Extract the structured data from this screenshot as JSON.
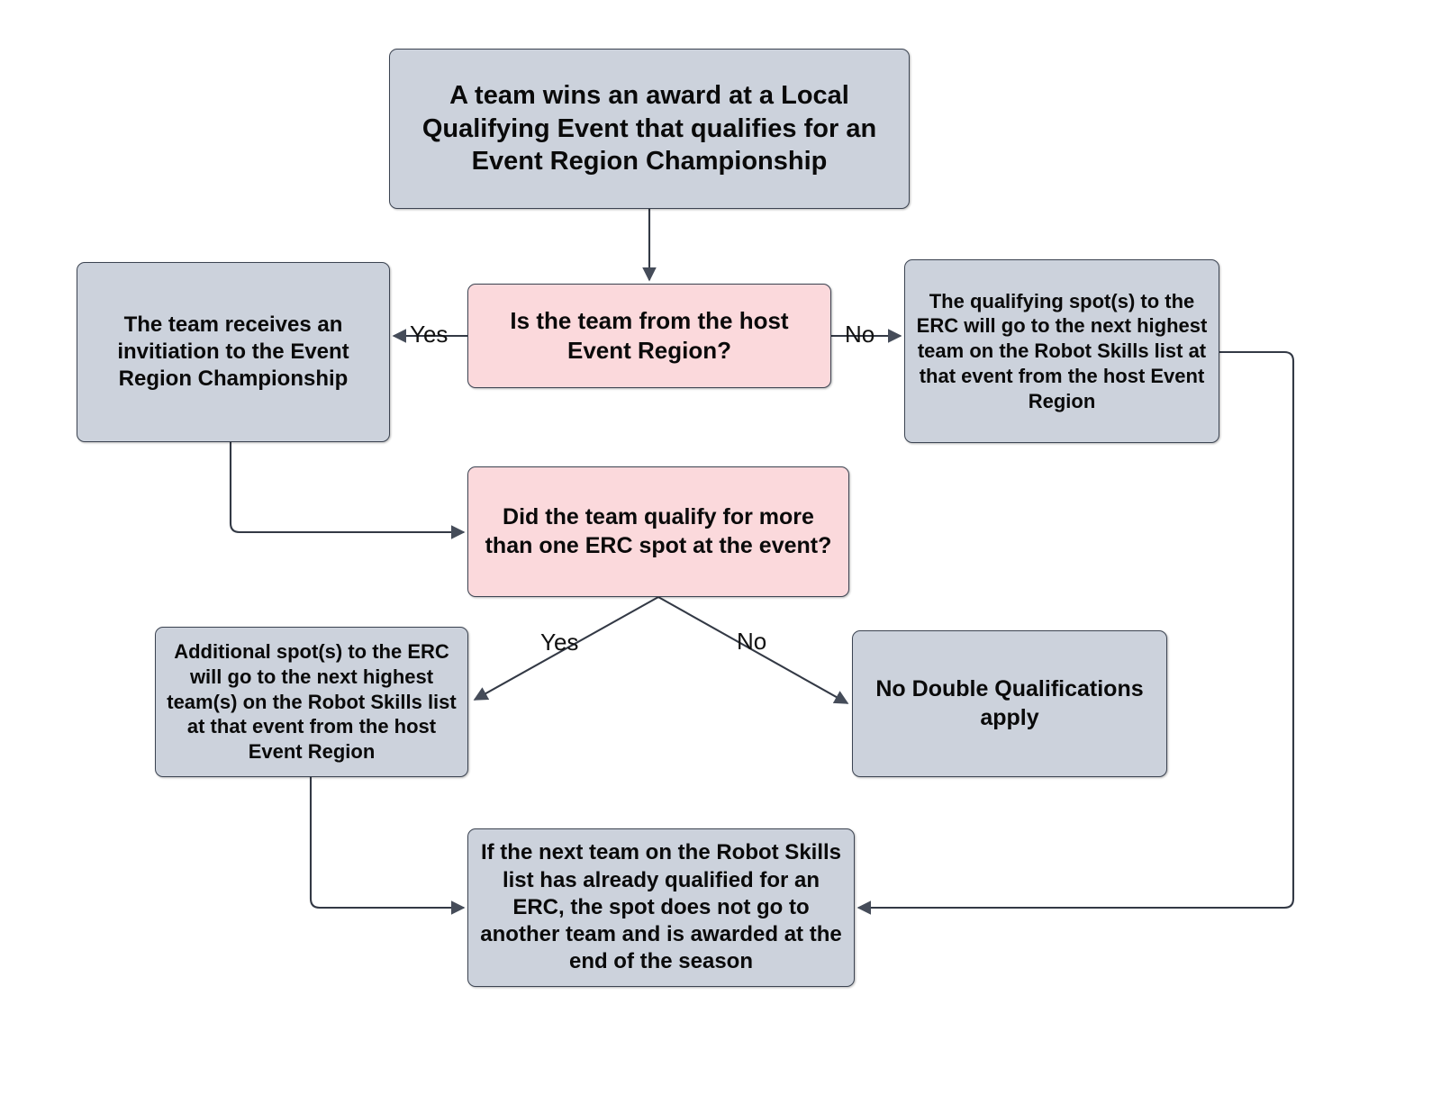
{
  "diagram": {
    "title": "Event Region Championship Qualification Flowchart",
    "colors": {
      "process_fill": "#ccd2dc",
      "decision_fill": "#fbd9dc",
      "node_border": "#3c4452",
      "edge_stroke": "#333945",
      "text": "#0a0a0a",
      "background": "#ffffff"
    },
    "nodes": {
      "start": "A team wins an award at a Local Qualifying Event that qualifies for an Event Region Championship",
      "question_host_region": "Is the team from the host Event Region?",
      "invitation": "The team receives an invitiation to the Event Region Championship",
      "next_highest_team": "The qualifying spot(s) to the ERC will go to the next highest team on the Robot Skills list at that event from the host Event Region",
      "question_more_than_one": "Did the team qualify for more than one ERC spot at the event?",
      "additional_spots": "Additional spot(s) to the ERC will go to the next highest team(s) on the Robot Skills list at that event from the host Event Region",
      "no_double_qualifications": "No Double Qualifications apply",
      "already_qualified": "If the next team on the Robot Skills list has already qualified for an ERC, the spot does not go to another team and is awarded at the end of the season"
    },
    "edge_labels": {
      "q1_yes": "Yes",
      "q1_no": "No",
      "q2_yes": "Yes",
      "q2_no": "No"
    }
  }
}
